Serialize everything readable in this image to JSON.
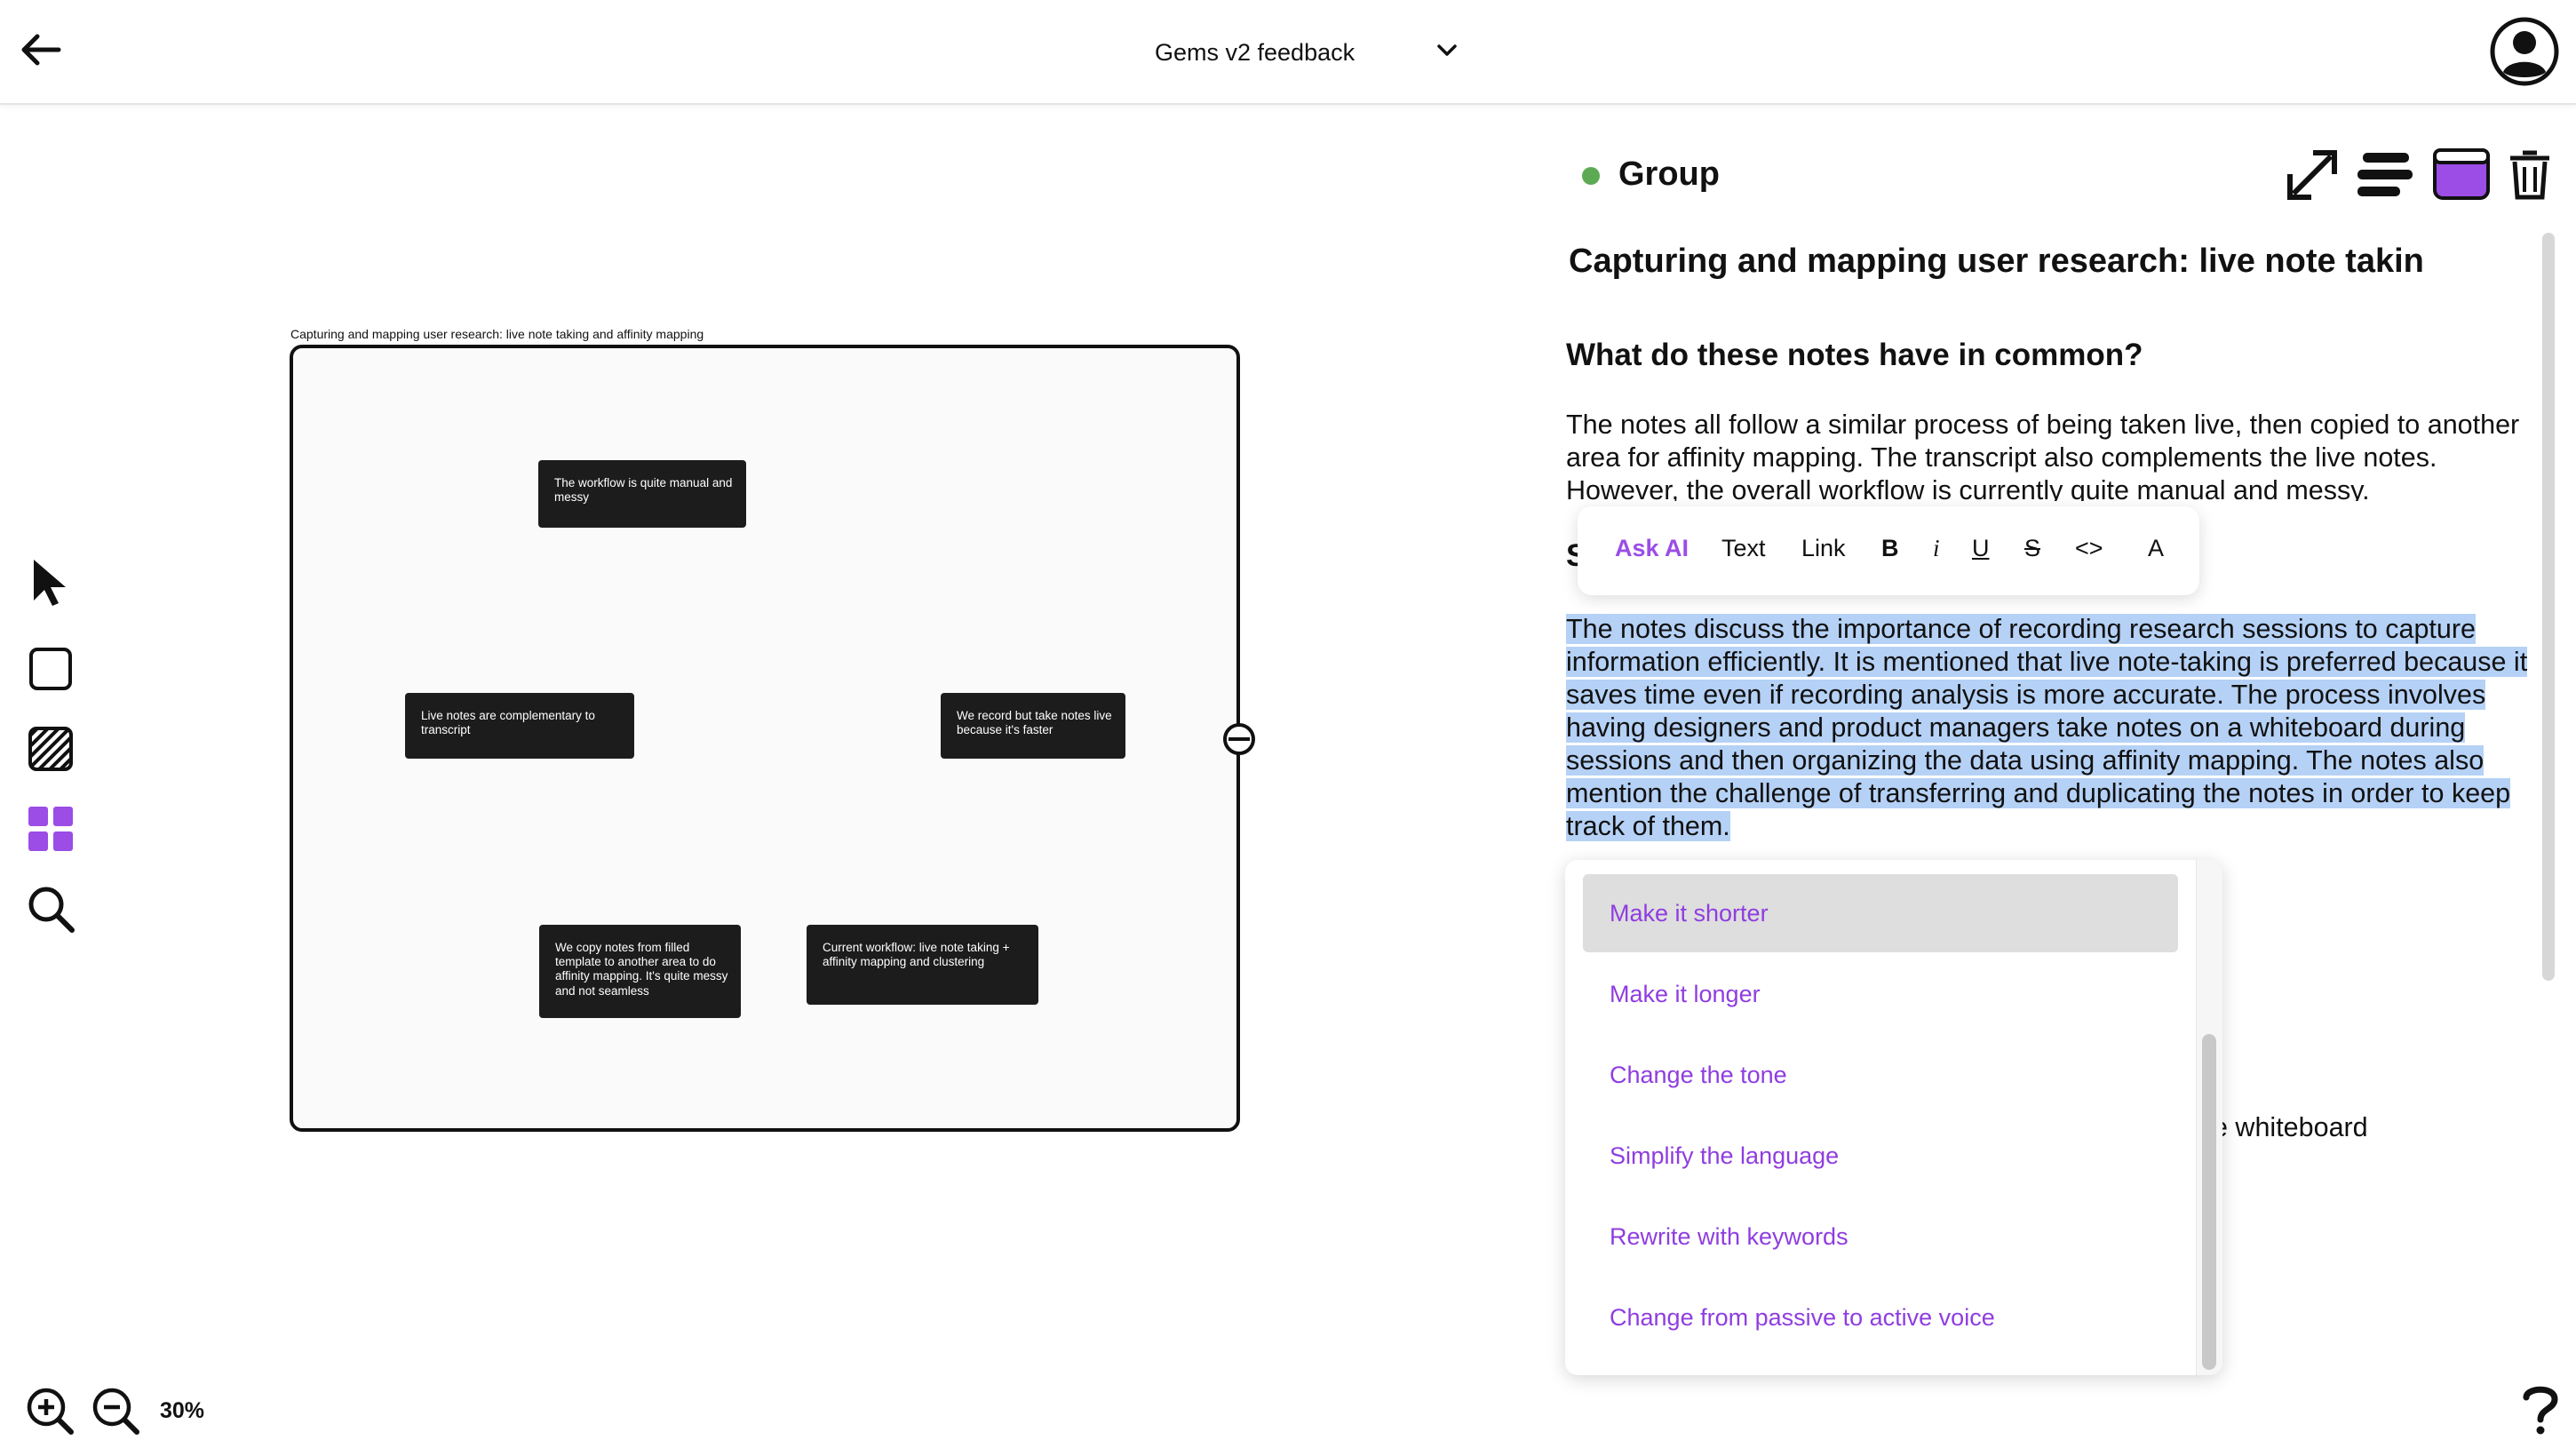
{
  "header": {
    "back_icon": "arrow-left-icon",
    "title": "Gems v2 feedback",
    "dropdown_icon": "chevron-down-icon",
    "avatar_icon": "user-circle-icon"
  },
  "toolbar": {
    "tools": [
      "pointer-icon",
      "rectangle-icon",
      "hatch-pattern-icon",
      "grid-icon",
      "search-icon"
    ],
    "active_tool": "grid-icon",
    "zoom_in_icon": "zoom-in-icon",
    "zoom_out_icon": "zoom-out-icon",
    "zoom_level": "30%"
  },
  "canvas": {
    "frame_label": "Capturing and mapping user research: live note taking and affinity mapping",
    "notes": [
      {
        "text": "The workflow is quite manual and messy"
      },
      {
        "text": "Live notes are complementary to transcript"
      },
      {
        "text": "We record but take notes live because it's faster"
      },
      {
        "text": "We copy notes from filled template to another area to do affinity mapping. It's quite messy and not seamless"
      },
      {
        "text": "Current workflow: live note taking + affinity mapping and clustering"
      }
    ]
  },
  "panel": {
    "group_label": "Group",
    "group_status_color": "#5daa55",
    "icons": [
      "expand-icon",
      "align-icon",
      "window-icon",
      "trash-icon"
    ],
    "accent_color": "#9b4de6",
    "doc_title": "Capturing and mapping user research: live note takin",
    "heading_1": "What do these notes have in common?",
    "paragraph_1": "The notes all follow a similar process of being taken live, then copied to another area for affinity mapping. The transcript also complements the live notes. However, the overall workflow is currently quite manual and messy.",
    "heading_2_visible": "S",
    "selected_paragraph": "The notes discuss the importance of recording research sessions to capture information efficiently. It is mentioned that live note-taking is preferred because it saves time even if recording analysis is more accurate. The process involves having designers and product managers take notes on a whiteboard during sessions and then organizing the data using affinity mapping. The notes also mention the challenge of transferring and duplicating the notes in order to keep track of them.",
    "trailing_text": "e whiteboard"
  },
  "format_bar": {
    "ask_ai": "Ask AI",
    "text": "Text",
    "link": "Link",
    "bold": "B",
    "italic": "i",
    "underline": "U",
    "strike": "S",
    "code": "<>",
    "color": "A"
  },
  "ai_menu": {
    "items": [
      "Make it shorter",
      "Make it longer",
      "Change the tone",
      "Simplify the language",
      "Rewrite with keywords",
      "Change from passive to active voice"
    ],
    "active_index": 0
  },
  "help_label": "?"
}
